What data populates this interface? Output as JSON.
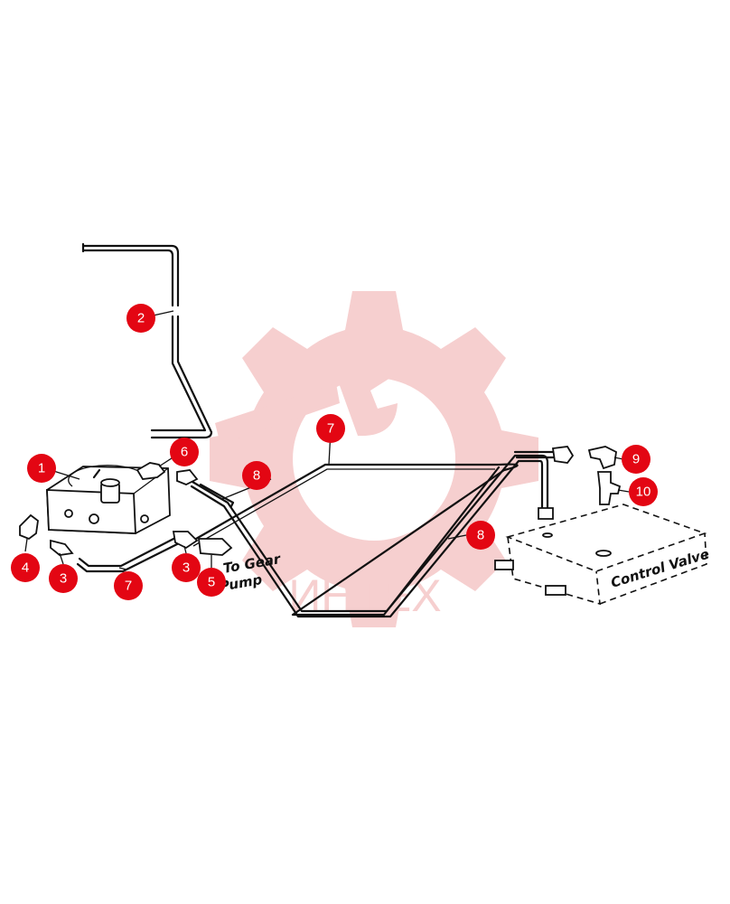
{
  "watermark": {
    "brand_text": "ИНТЕХ"
  },
  "labels": {
    "to_gear": "To Gear",
    "pump": "Pump",
    "control_valve": "Control Valve"
  },
  "callouts": {
    "c1": "1",
    "c2": "2",
    "c3a": "3",
    "c3b": "3",
    "c4": "4",
    "c5": "5",
    "c6": "6",
    "c7a": "7",
    "c7b": "7",
    "c8a": "8",
    "c8b": "8",
    "c9": "9",
    "c10": "10"
  },
  "colors": {
    "badge": "#e30613",
    "watermark": "#f6cfcf"
  }
}
